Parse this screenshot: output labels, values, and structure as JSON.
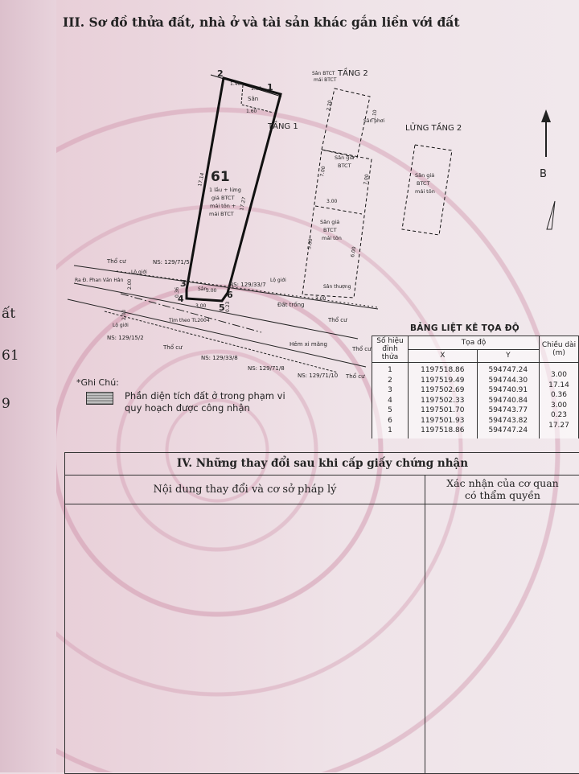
{
  "section3": {
    "title": "III. Sơ đồ thửa đất, nhà ở và tài sản khác gắn liền với đất",
    "left_fragments": [
      "ất",
      "61",
      "9"
    ]
  },
  "diagram": {
    "parcel_number": "61",
    "parcel_desc": [
      "1 lầu + lửng",
      "giả BTCT",
      "mái tôn +",
      "mái BTCT"
    ],
    "labels": {
      "tang1": "TẦNG 1",
      "tang2": "TẦNG 2",
      "lung_tang2": "LỬNG TẦNG 2",
      "san": "Sân",
      "san_btct_mai_btct": [
        "Sân BTCT",
        "mái BTCT"
      ],
      "san_phoi": "Sân phơi",
      "san_gia_btct": [
        "Sân giả",
        "BTCT"
      ],
      "san_gia_btct_mai_ton": [
        "Sân giả",
        "BTCT",
        "mái tôn"
      ],
      "lung_san_gia": [
        "Sân giả",
        "BTCT",
        "mái tôn"
      ],
      "san_thuong": "Sân thượng",
      "tho_cu": "Thổ cư",
      "lo_gioi": "Lộ giới",
      "dat_trong": "Đất trống",
      "hem_xi_mang": "Hẻm xi măng",
      "ra_duong": "Ra Đ. Phan Văn Hân",
      "tim_theo": "Tim theo TL2004",
      "ns": [
        "NS: 129/71/5",
        "NS: 129/33/7",
        "NS: 129/15/2",
        "NS: 129/33/8",
        "NS: 129/71/8",
        "NS: 129/71/10"
      ],
      "north": "B"
    },
    "vertices": [
      "1",
      "2",
      "3",
      "4",
      "5",
      "6"
    ],
    "dims": [
      "1.40",
      "1.60",
      "1.60",
      "1.60",
      "17.14",
      "17.27",
      "3.00",
      "3.00",
      "0.36",
      "0.23",
      "2.00",
      "2.00",
      "7.00",
      "7.00",
      "5.00",
      "6.00",
      "2.20",
      "1.10"
    ]
  },
  "legend": {
    "title": "*Ghi Chú:",
    "text": [
      "Phần diện tích đất ở trong phạm vi",
      "quy hoạch được công nhận"
    ]
  },
  "coord_table": {
    "title": "BẢNG LIỆT KÊ TỌA ĐỘ",
    "headers": {
      "point": [
        "Số hiệu",
        "đỉnh thửa"
      ],
      "coord": "Tọa độ",
      "x": "X",
      "y": "Y",
      "length": [
        "Chiều dài",
        "(m)"
      ]
    },
    "rows": [
      {
        "id": "1",
        "x": "1197518.86",
        "y": "594747.24"
      },
      {
        "id": "2",
        "x": "1197519.49",
        "y": "594744.30"
      },
      {
        "id": "3",
        "x": "1197502.69",
        "y": "594740.91"
      },
      {
        "id": "4",
        "x": "1197502.33",
        "y": "594740.84"
      },
      {
        "id": "5",
        "x": "1197501.70",
        "y": "594743.77"
      },
      {
        "id": "6",
        "x": "1197501.93",
        "y": "594743.82"
      },
      {
        "id": "1",
        "x": "1197518.86",
        "y": "594747.24"
      }
    ],
    "lengths": [
      "3.00",
      "17.14",
      "0.36",
      "3.00",
      "0.23",
      "17.27"
    ]
  },
  "section4": {
    "title": "IV. Những thay đổi sau khi cấp giấy chứng nhận",
    "col1": "Nội dung thay đổi và cơ sở pháp lý",
    "col2": [
      "Xác nhận của cơ quan",
      "có thẩm quyền"
    ]
  }
}
